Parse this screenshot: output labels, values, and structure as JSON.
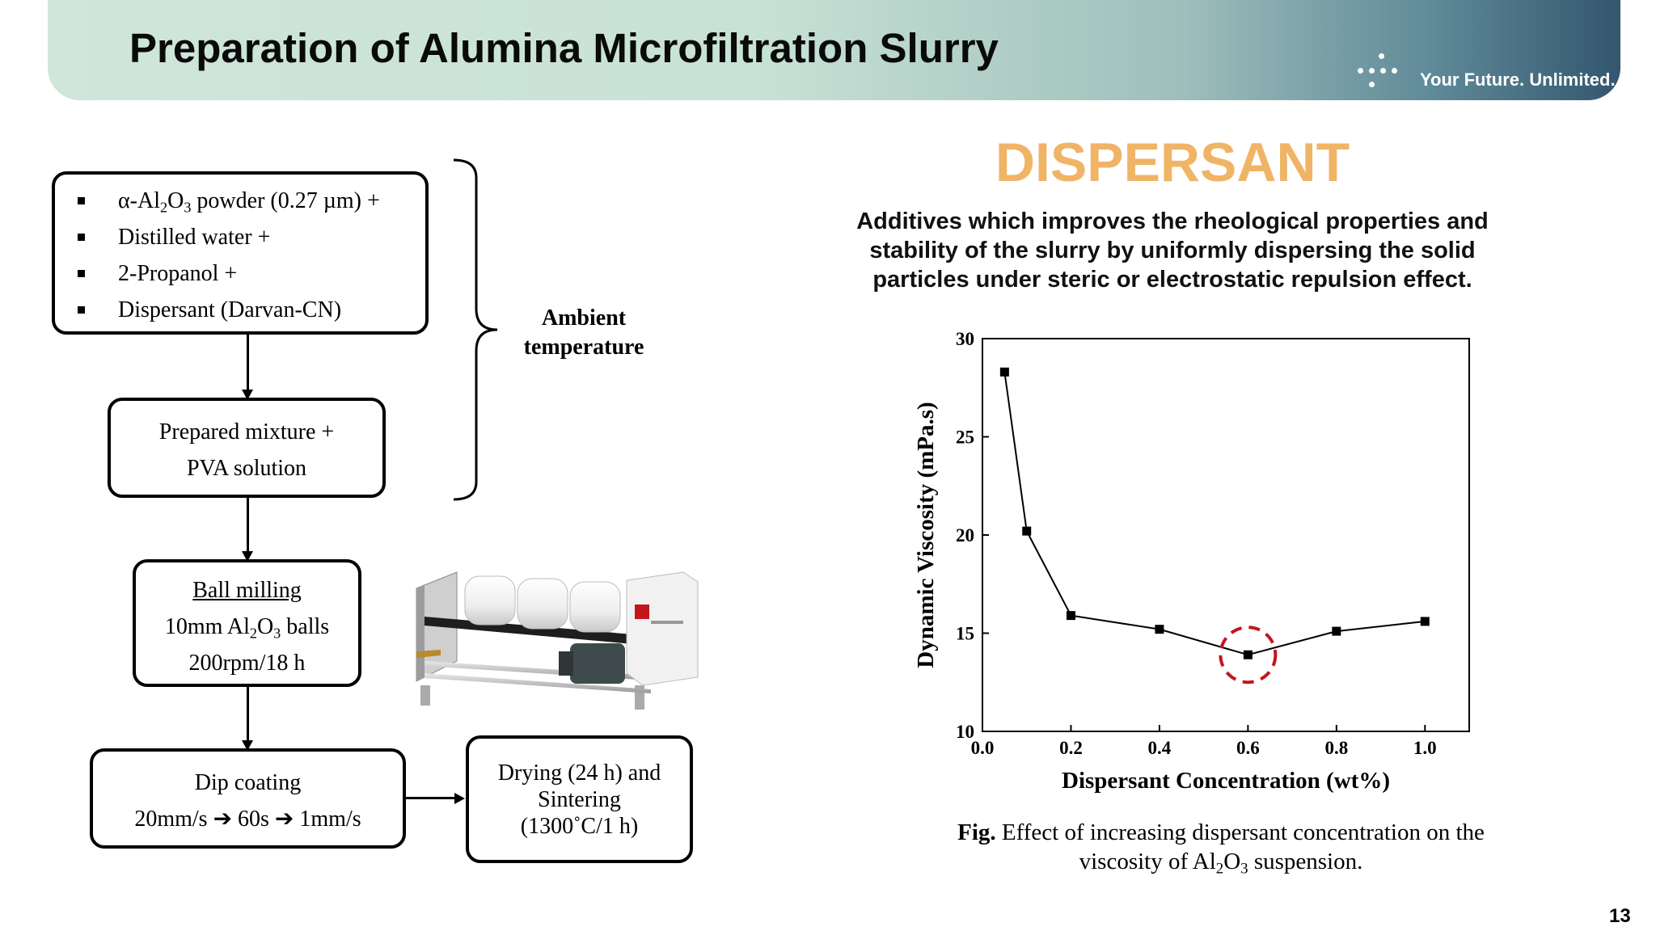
{
  "header": {
    "title": "Preparation of Alumina Microfiltration Slurry",
    "slogan": "Your Future. Unlimited."
  },
  "flow": {
    "inputs": {
      "item1_pre": "α-Al",
      "item1_sub1": "2",
      "item1_mid": "O",
      "item1_sub2": "3",
      "item1_post": " powder (0.27 µm) +",
      "item2": "Distilled water +",
      "item3": "2-Propanol +",
      "item4": "Dispersant (Darvan-CN)"
    },
    "mixture": {
      "line1": "Prepared mixture +",
      "line2": "PVA solution"
    },
    "milling": {
      "title": "Ball milling",
      "line2_pre": "10mm Al",
      "line2_sub1": "2",
      "line2_mid": "O",
      "line2_sub2": "3",
      "line2_post": " balls",
      "line3": "200rpm/18 h"
    },
    "dip": {
      "line1": "Dip coating",
      "line2": "20mm/s ➔ 60s  ➔ 1mm/s"
    },
    "drying": {
      "line1": "Drying (24 h) and",
      "line2": "Sintering",
      "line3": "(1300˚C/1 h)"
    },
    "ambient_line1": "Ambient",
    "ambient_line2": "temperature"
  },
  "dispersant": {
    "title": "DISPERSANT",
    "desc_line1": "Additives which improves the rheological properties and",
    "desc_line2": "stability of the slurry by uniformly dispersing the solid",
    "desc_line3": "particles under steric or electrostatic repulsion effect."
  },
  "chart_data": {
    "type": "line",
    "x": [
      0.05,
      0.1,
      0.2,
      0.4,
      0.6,
      0.8,
      1.0
    ],
    "series": [
      {
        "values": [
          28.3,
          20.2,
          15.9,
          15.2,
          13.9,
          15.1,
          15.6
        ]
      }
    ],
    "xlabel": "Dispersant Concentration (wt%)",
    "ylabel": "Dynamic Viscosity (mPa.s)",
    "xlim": [
      0.0,
      1.1
    ],
    "ylim": [
      10,
      30
    ],
    "xticks": [
      "0.0",
      "0.2",
      "0.4",
      "0.6",
      "0.8",
      "1.0"
    ],
    "yticks": [
      "10",
      "15",
      "20",
      "25",
      "30"
    ],
    "highlight_x": 0.6,
    "highlight_color": "#c0171c",
    "grid": false
  },
  "caption": {
    "bold": "Fig.",
    "text1": " Effect of increasing dispersant concentration on the",
    "text2_pre": "viscosity of Al",
    "text2_sub1": "2",
    "text2_mid": "O",
    "text2_sub2": "3",
    "text2_post": " suspension."
  },
  "page_number": "13"
}
